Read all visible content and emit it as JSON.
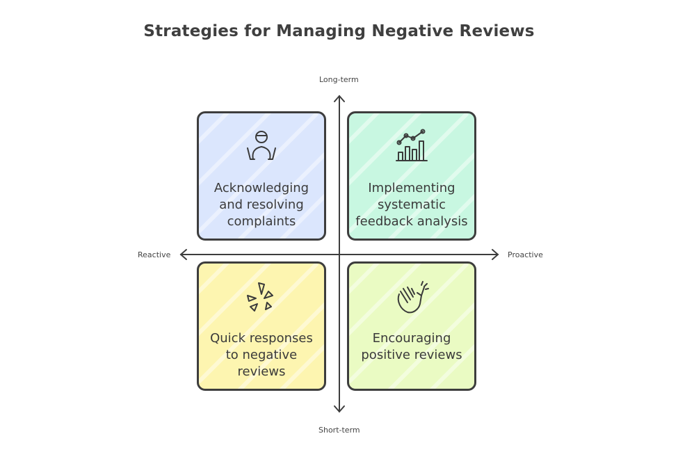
{
  "title": "Strategies for Managing Negative Reviews",
  "axes": {
    "top": "Long-term",
    "bottom": "Short-term",
    "left": "Reactive",
    "right": "Proactive"
  },
  "quadrants": [
    {
      "position": "top-left",
      "label": "Acknowledging and resolving complaints",
      "icon": "person-hands-icon",
      "color": "#dbe6fd"
    },
    {
      "position": "top-right",
      "label": "Implementing systematic feedback analysis",
      "icon": "bar-line-chart-icon",
      "color": "#c8f7e1"
    },
    {
      "position": "bottom-left",
      "label": "Quick responses to negative reviews",
      "icon": "yelp-burst-icon",
      "color": "#fdf5b0"
    },
    {
      "position": "bottom-right",
      "label": "Encouraging positive reviews",
      "icon": "clapping-hands-icon",
      "color": "#eafbc3"
    }
  ]
}
